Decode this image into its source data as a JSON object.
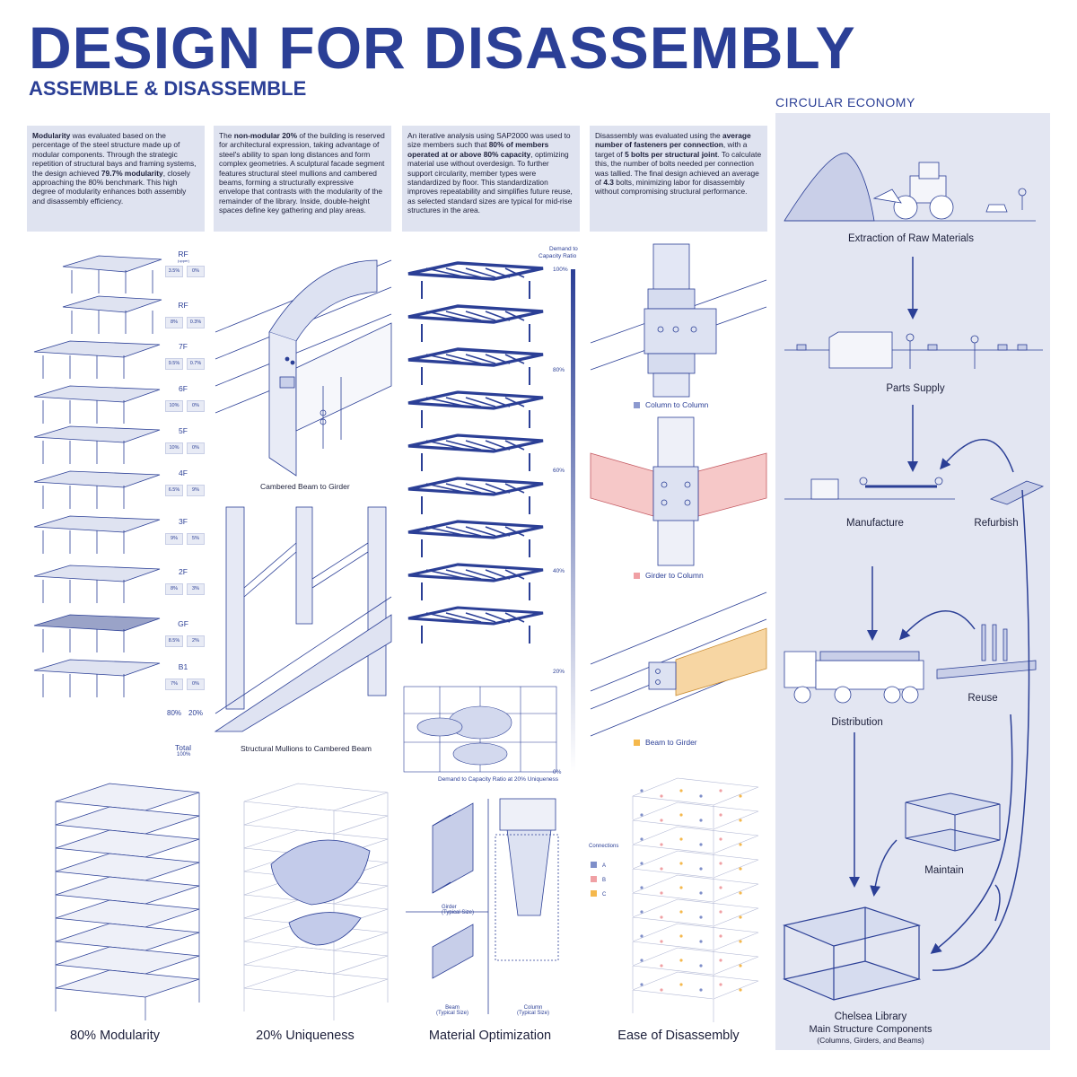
{
  "header": {
    "title": "DESIGN FOR DISASSEMBLY",
    "subtitle": "ASSEMBLE & DISASSEMBLE",
    "circular_heading": "CIRCULAR ECONOMY"
  },
  "textboxes": {
    "modularity": {
      "p1_bold": "Modularity",
      "p1_rest": " was evaluated based on the percentage of the steel structure made up of modular components. Through the strategic repetition of structural bays and framing systems, the design achieved ",
      "p1_val": "79.7% modularity",
      "p1_end": ", closely approaching the 80% benchmark. This high degree of modularity enhances both assembly and disassembly efficiency."
    },
    "uniqueness": {
      "p1_start": "The ",
      "p1_bold": "non-modular 20%",
      "p1_rest": " of the building is reserved for architectural expression, taking advantage of steel's ability to span long distances and form complex geometries. A sculptural facade segment features structural steel mullions and cambered beams, forming a structurally expressive envelope that contrasts with the modularity of the remainder of the library. Inside, double-height spaces define key gathering and play areas."
    },
    "optimization": {
      "p1_start": "An iterative analysis using SAP2000 was used to size members such that ",
      "p1_bold": "80% of members operated at or above 80% capacity",
      "p1_rest": ", optimizing material use without overdesign. To further support circularity, member types were standardized by floor. This standardization improves repeatability and simplifies future reuse, as selected standard sizes are typical for mid-rise structures in the area."
    },
    "disassembly": {
      "p1_start": "Disassembly was evaluated using the ",
      "p1_bold": "average number of fasteners per connection",
      "p1_rest": ", with a target of ",
      "p1_bold2": "5 bolts per structural joint",
      "p1_rest2": ". To calculate this, the number of bolts needed per connection was tallied. The final design achieved an average of ",
      "p1_bold3": "4.3",
      "p1_end": " bolts, minimizing labor for disassembly without compromising structural performance."
    }
  },
  "floors": [
    {
      "label": "RF",
      "sub": "(upper)",
      "modular": "3.5%",
      "unique": "0%"
    },
    {
      "label": "RF",
      "sub": "",
      "modular": "8%",
      "unique": "0.3%"
    },
    {
      "label": "7F",
      "sub": "",
      "modular": "9.5%",
      "unique": "0.7%"
    },
    {
      "label": "6F",
      "sub": "",
      "modular": "10%",
      "unique": "0%"
    },
    {
      "label": "5F",
      "sub": "",
      "modular": "10%",
      "unique": "0%"
    },
    {
      "label": "4F",
      "sub": "",
      "modular": "6.5%",
      "unique": "9%"
    },
    {
      "label": "3F",
      "sub": "",
      "modular": "9%",
      "unique": "5%"
    },
    {
      "label": "2F",
      "sub": "",
      "modular": "8%",
      "unique": "3%"
    },
    {
      "label": "GF",
      "sub": "",
      "modular": "8.5%",
      "unique": "2%"
    },
    {
      "label": "B1",
      "sub": "",
      "modular": "7%",
      "unique": "0%"
    }
  ],
  "floor_totals": {
    "modular": "80%",
    "unique": "20%",
    "total_label": "Total",
    "total_value": "100%"
  },
  "detail_captions": {
    "cambered": "Cambered Beam to Girder",
    "mullions": "Structural Mullions to Cambered Beam",
    "dcr_caption": "Demand to Capacity Ratio at 20% Uniqueness"
  },
  "dcr_scale": {
    "title_line1": "Demand to",
    "title_line2": "Capacity Ratio",
    "ticks": [
      "100%",
      "80%",
      "60%",
      "40%",
      "20%",
      "0%"
    ]
  },
  "connections": {
    "column_to_column": "Column to Column",
    "girder_to_column": "Girder to Column",
    "beam_to_girder": "Beam to Girder",
    "legend_title": "Connections",
    "legend": [
      {
        "code": "A",
        "color": "#7f8fc9"
      },
      {
        "code": "B",
        "color": "#f0a0a4"
      },
      {
        "code": "C",
        "color": "#f5b84c"
      }
    ]
  },
  "sections": {
    "girder_line1": "Girder",
    "girder_line2": "(Typical Size)",
    "beam_line1": "Beam",
    "beam_line2": "(Typical Size)",
    "column_line1": "Column",
    "column_line2": "(Typical Size)"
  },
  "bottom_labels": [
    "80% Modularity",
    "20% Uniqueness",
    "Material Optimization",
    "Ease of Disassembly"
  ],
  "circular": {
    "extraction": "Extraction of Raw Materials",
    "parts": "Parts Supply",
    "manufacture": "Manufacture",
    "refurbish": "Refurbish",
    "distribution": "Distribution",
    "reuse": "Reuse",
    "maintain": "Maintain",
    "library_line1": "Chelsea Library",
    "library_line2": "Main Structure Components",
    "library_line3": "(Columns, Girders, and Beams)"
  },
  "colors": {
    "primary": "#2b3f96",
    "panel": "#dfe3f0",
    "pink": "#f0b3b3",
    "orange": "#f5c98a"
  }
}
